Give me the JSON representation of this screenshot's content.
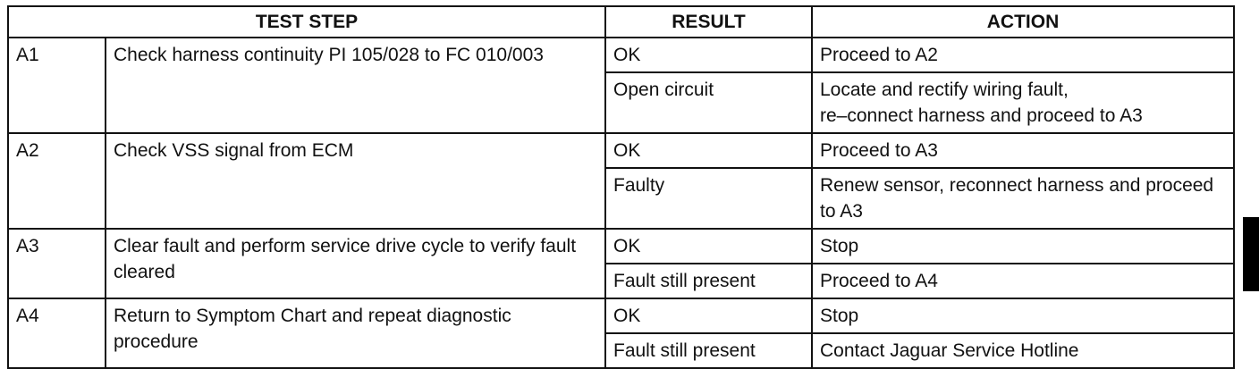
{
  "headers": {
    "test_step": "TEST STEP",
    "result": "RESULT",
    "action": "ACTION"
  },
  "steps": [
    {
      "code": "A1",
      "description": "Check harness continuity PI 105/028 to FC 010/003",
      "outcomes": [
        {
          "result": "OK",
          "action": [
            "Proceed to A2"
          ]
        },
        {
          "result": "Open circuit",
          "action": [
            "Locate and rectify wiring fault,",
            "re–connect harness and proceed to A3"
          ]
        }
      ]
    },
    {
      "code": "A2",
      "description": "Check VSS signal from ECM",
      "outcomes": [
        {
          "result": "OK",
          "action": [
            "Proceed to A3"
          ]
        },
        {
          "result": "Faulty",
          "action": [
            "Renew sensor, reconnect harness and proceed to A3"
          ]
        }
      ]
    },
    {
      "code": "A3",
      "description": "Clear fault and perform service drive cycle to verify fault cleared",
      "outcomes": [
        {
          "result": "OK",
          "action": [
            "Stop"
          ]
        },
        {
          "result": "Fault still present",
          "action": [
            "Proceed to A4"
          ]
        }
      ]
    },
    {
      "code": "A4",
      "description": "Return to Symptom Chart and repeat diagnostic procedure",
      "outcomes": [
        {
          "result": "OK",
          "action": [
            "Stop"
          ]
        },
        {
          "result": "Fault still present",
          "action": [
            "Contact Jaguar Service Hotline"
          ]
        }
      ]
    }
  ]
}
